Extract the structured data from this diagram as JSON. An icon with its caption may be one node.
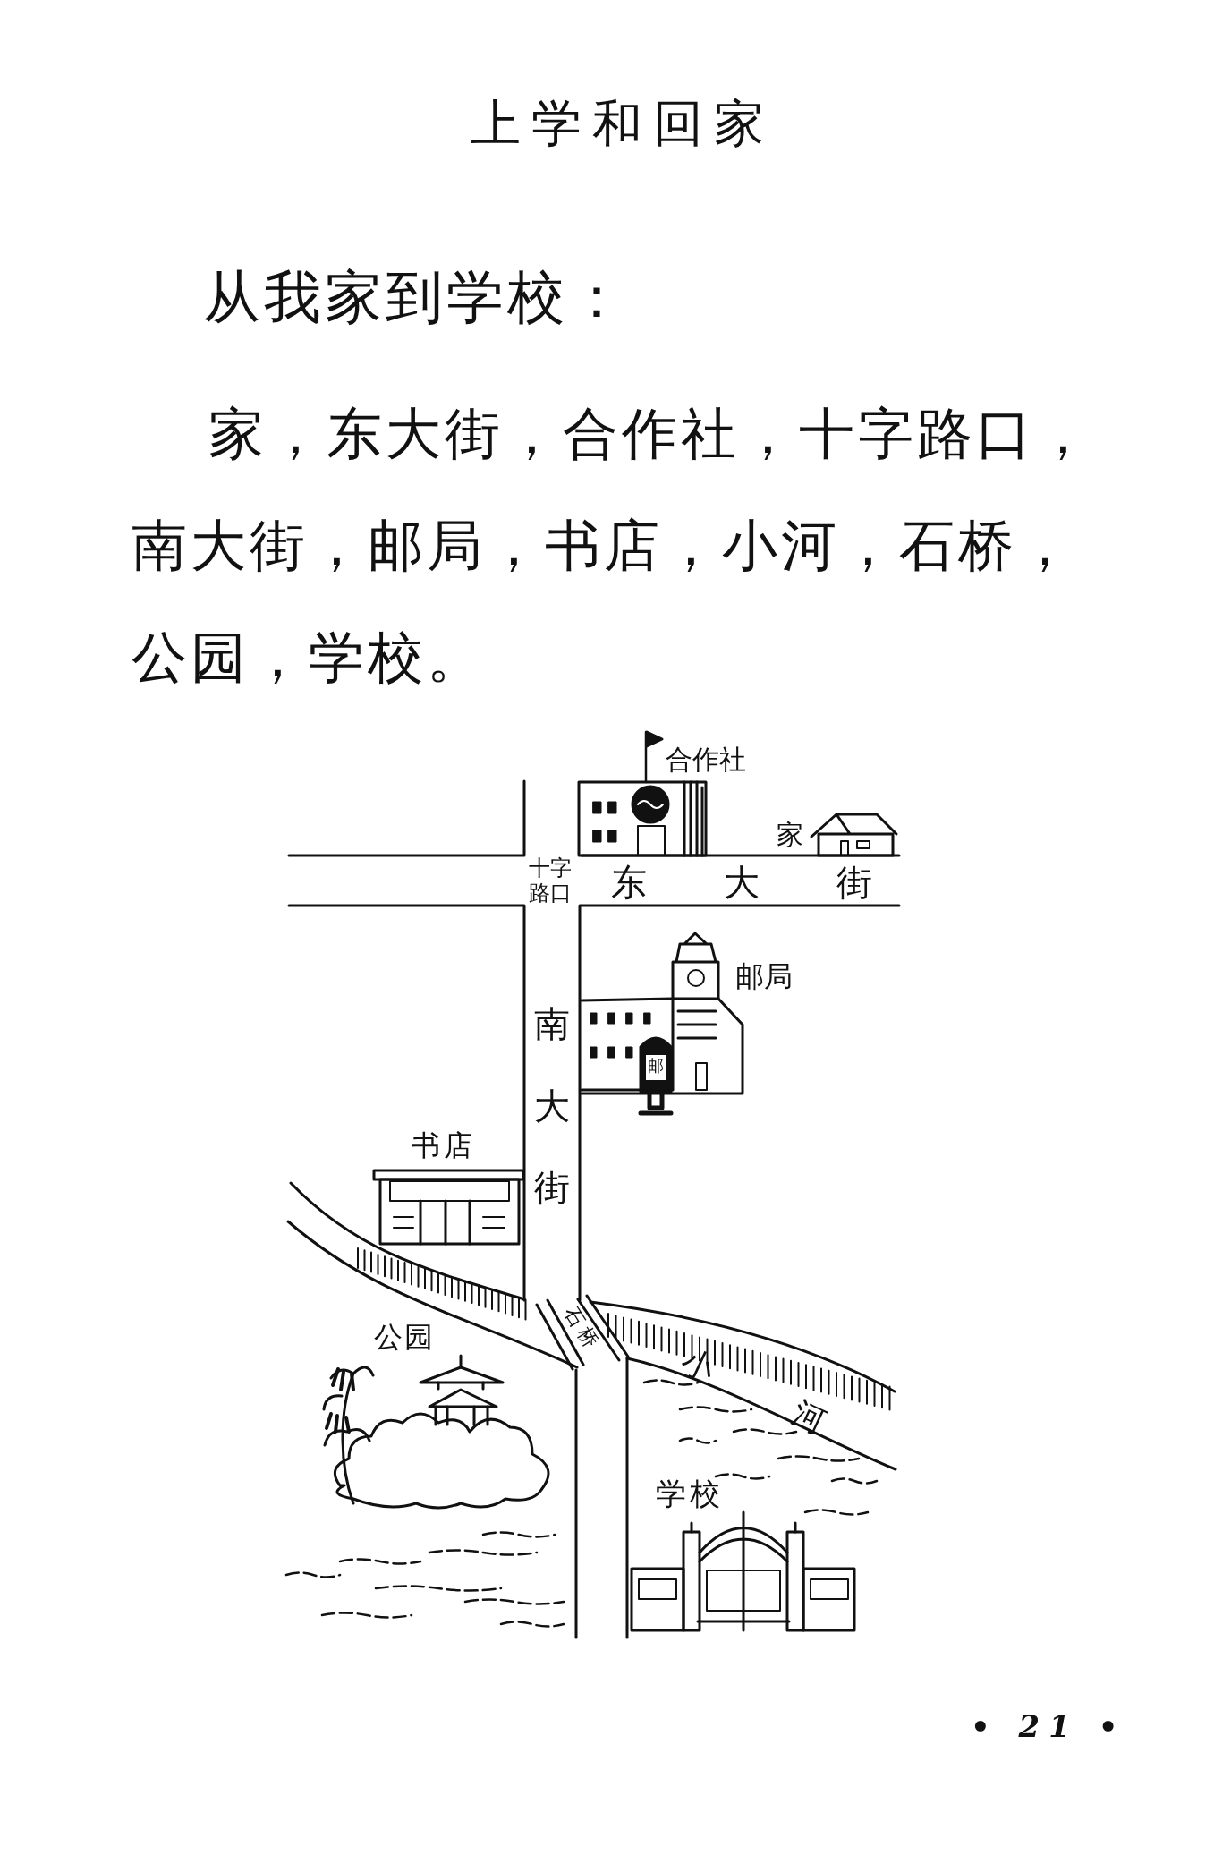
{
  "diagram": {
    "title": "上学和回家",
    "labels": [
      "从我家到学校：",
      "家，东大街，合作社，十字路口，南大街，邮局，书店，小河，石桥，公园，学校。",
      "合作社",
      "家",
      "十字路口",
      "东大街",
      "南大街",
      "邮局",
      "邮",
      "书店",
      "公园",
      "石桥",
      "小河",
      "学校",
      "• 21 •"
    ]
  }
}
